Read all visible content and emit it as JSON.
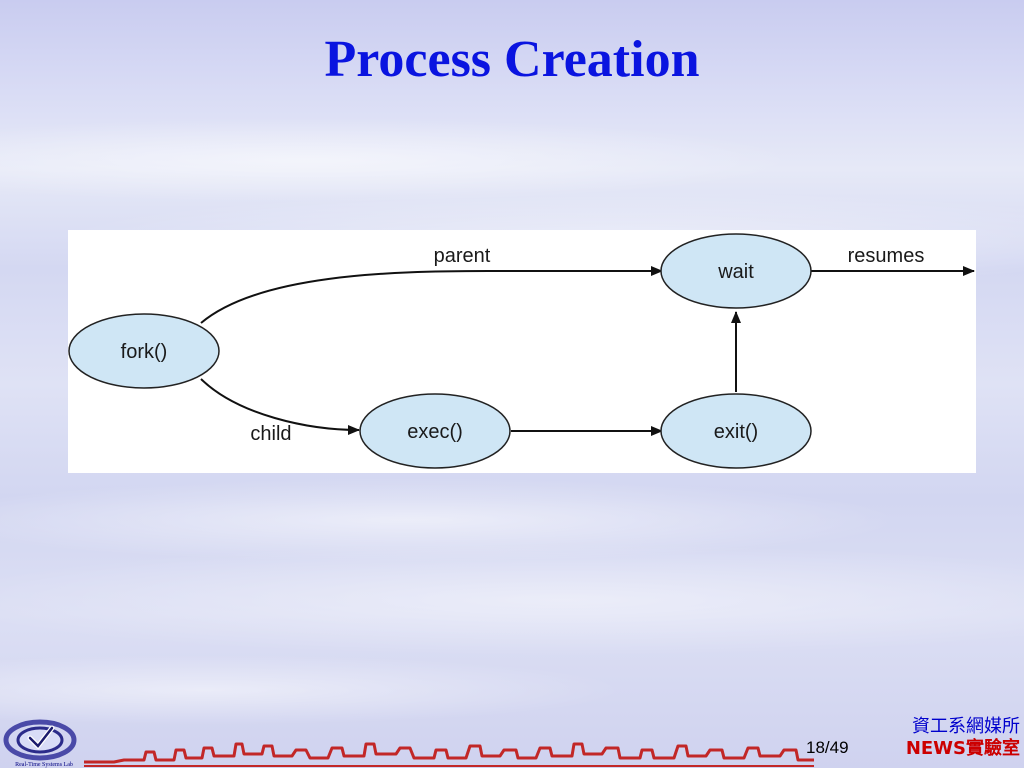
{
  "slide": {
    "title": "Process Creation",
    "page": "18/49"
  },
  "diagram": {
    "nodes": {
      "fork": "fork()",
      "exec": "exec()",
      "exit": "exit()",
      "wait": "wait"
    },
    "edges": {
      "parent": "parent",
      "child": "child",
      "resumes": "resumes"
    },
    "colors": {
      "node_fill": "#cfe6f5",
      "node_stroke": "#222222",
      "edge": "#111111"
    }
  },
  "footer": {
    "logo_caption": "Real-Time Systems Lab",
    "dept": "資工系網媒所",
    "lab": "NEWS實驗室",
    "colors": {
      "title": "#0a14e0",
      "dept": "#0000cc",
      "lab": "#cc0000"
    }
  }
}
